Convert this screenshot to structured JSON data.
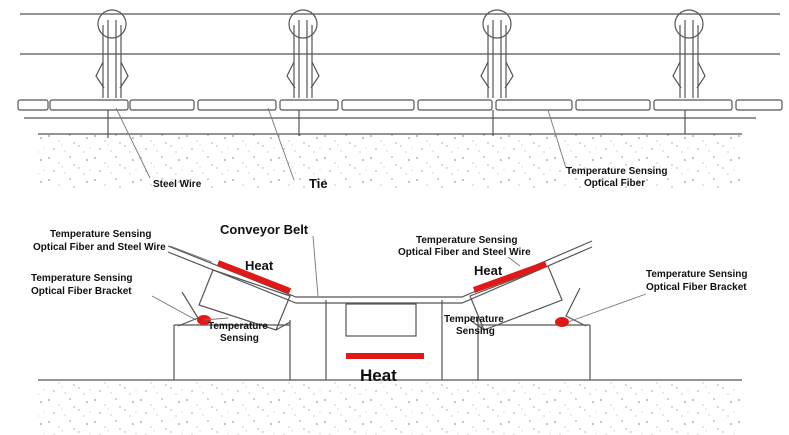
{
  "top_view": {
    "labels": {
      "steel_wire": "Steel Wire",
      "tie": "Tie",
      "fiber_line1": "Temperature Sensing",
      "fiber_line2": "Optical Fiber"
    }
  },
  "bottom_view": {
    "labels": {
      "left_fiber_wire_line1": "Temperature Sensing",
      "left_fiber_wire_line2": "Optical Fiber and Steel Wire",
      "conveyor_belt": "Conveyor Belt",
      "right_fiber_wire_line1": "Temperature Sensing",
      "right_fiber_wire_line2": "Optical Fiber and Steel Wire",
      "left_bracket_line1": "Temperature Sensing",
      "left_bracket_line2": "Optical Fiber Bracket",
      "right_bracket_line1": "Temperature Sensing",
      "right_bracket_line2": "Optical Fiber Bracket",
      "heat_left": "Heat",
      "heat_right": "Heat",
      "heat_bottom": "Heat",
      "left_sensing_line1": "Temperature",
      "left_sensing_line2": "Sensing",
      "right_sensing_line1": "Temperature",
      "right_sensing_line2": "Sensing"
    },
    "colors": {
      "heat": "#e01818",
      "sensor": "#e01818"
    }
  }
}
